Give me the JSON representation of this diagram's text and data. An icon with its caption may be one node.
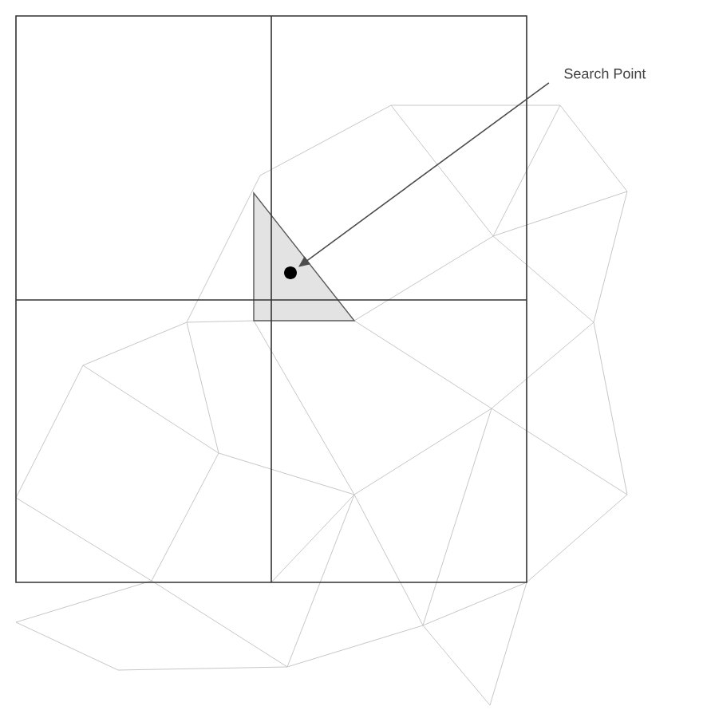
{
  "diagram": {
    "nodes": [
      {
        "text": [
          "Search Point"
        ]
      },
      {
        "text": [],
        "shape": "circle"
      }
    ],
    "edges": [
      {
        "from": 0,
        "to": 1,
        "arrow": "to"
      }
    ]
  }
}
